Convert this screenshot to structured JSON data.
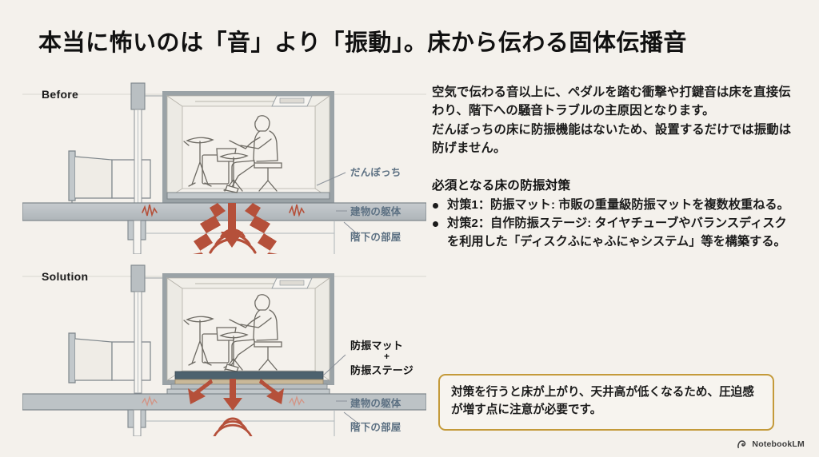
{
  "slide": {
    "title": "本当に怖いのは「音」より「振動」。床から伝わる固体伝播音",
    "background_color": "#f4f1ec"
  },
  "figures": {
    "before": {
      "label": "Before",
      "callouts": [
        {
          "text": "だんぼっち",
          "color": "#5d7183"
        },
        {
          "text": "建物の躯体",
          "color": "#5d7183"
        },
        {
          "text": "階下の部屋",
          "color": "#5d7183"
        }
      ]
    },
    "solution": {
      "label": "Solution",
      "callouts": [
        {
          "text": "防振マット",
          "color": "#141414"
        },
        {
          "text": "+",
          "color": "#141414"
        },
        {
          "text": "防振ステージ",
          "color": "#141414"
        },
        {
          "text": "建物の躯体",
          "color": "#5d7183"
        },
        {
          "text": "階下の部屋",
          "color": "#5d7183"
        }
      ]
    }
  },
  "body": {
    "paragraph_1": "空気で伝わる音以上に、ペダルを踏む衝撃や打鍵音は床を直接伝わり、階下への騒音トラブルの主原因となります。",
    "paragraph_2": "だんぼっちの床に防振機能はないため、設置するだけでは振動は防げません。",
    "section_heading": "必須となる床の防振対策",
    "measures": [
      "対策1：防振マット: 市販の重量級防振マットを複数枚重ねる。",
      "対策2：自作防振ステージ: タイヤチューブやバランスディスクを利用した「ディスクふにゃふにゃシステム」等を構築する。"
    ]
  },
  "note": {
    "text": "対策を行うと床が上がり、天井高が低くなるため、圧迫感が増す点に注意が必要です。",
    "border_color": "#c49a3a"
  },
  "brand": {
    "name": "NotebookLM",
    "icon": "notebooklm-logo-icon"
  },
  "colors": {
    "accent_arrow": "#b5503a",
    "concrete": "#b9bfc2",
    "booth_frame": "#8e989c",
    "stage_top": "#4d626e",
    "stage_wood": "#c9b898"
  }
}
